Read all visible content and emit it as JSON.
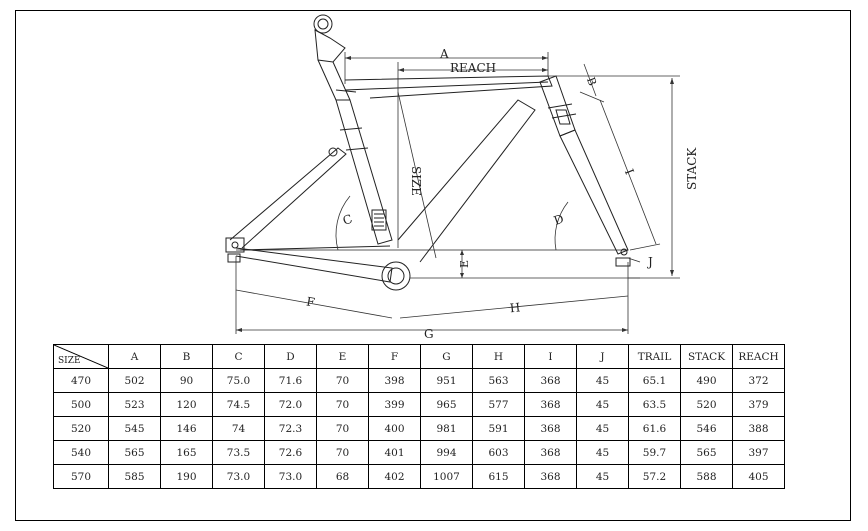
{
  "labels": {
    "a": "A",
    "b": "B",
    "c": "C",
    "d": "D",
    "e": "E",
    "f": "F",
    "g": "G",
    "h": "H",
    "i": "I",
    "j": "J",
    "reach": "REACH",
    "stack": "STACK",
    "size": "SIZE"
  },
  "table": {
    "corner_label": "SIZE",
    "headers": [
      "A",
      "B",
      "C",
      "D",
      "E",
      "F",
      "G",
      "H",
      "I",
      "J",
      "TRAIL",
      "STACK",
      "REACH"
    ],
    "rows": [
      {
        "size": "470",
        "values": [
          "502",
          "90",
          "75.0",
          "71.6",
          "70",
          "398",
          "951",
          "563",
          "368",
          "45",
          "65.1",
          "490",
          "372"
        ]
      },
      {
        "size": "500",
        "values": [
          "523",
          "120",
          "74.5",
          "72.0",
          "70",
          "399",
          "965",
          "577",
          "368",
          "45",
          "63.5",
          "520",
          "379"
        ]
      },
      {
        "size": "520",
        "values": [
          "545",
          "146",
          "74",
          "72.3",
          "70",
          "400",
          "981",
          "591",
          "368",
          "45",
          "61.6",
          "546",
          "388"
        ]
      },
      {
        "size": "540",
        "values": [
          "565",
          "165",
          "73.5",
          "72.6",
          "70",
          "401",
          "994",
          "603",
          "368",
          "45",
          "59.7",
          "565",
          "397"
        ]
      },
      {
        "size": "570",
        "values": [
          "585",
          "190",
          "73.0",
          "73.0",
          "68",
          "402",
          "1007",
          "615",
          "368",
          "45",
          "57.2",
          "588",
          "405"
        ]
      }
    ]
  }
}
